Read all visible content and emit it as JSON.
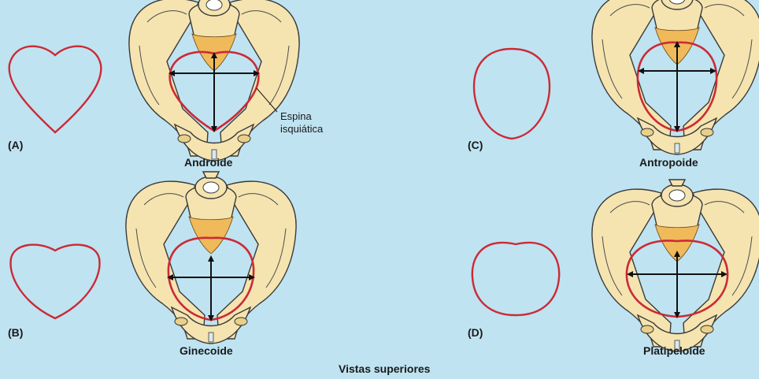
{
  "panels": [
    {
      "letter": "(A)",
      "name": "Androide"
    },
    {
      "letter": "(B)",
      "name": "Ginecoide"
    },
    {
      "letter": "(C)",
      "name": "Antropoide"
    },
    {
      "letter": "(D)",
      "name": "Platipeloide"
    }
  ],
  "callout": {
    "line1": "Espina",
    "line2": "isquiática"
  },
  "footer": "Vistas superiores",
  "colors": {
    "background": "#bfe3f1",
    "inlet_outline": "#cc2a36",
    "bone": "#f5e4b0",
    "sacrum": "#f0b95a"
  }
}
